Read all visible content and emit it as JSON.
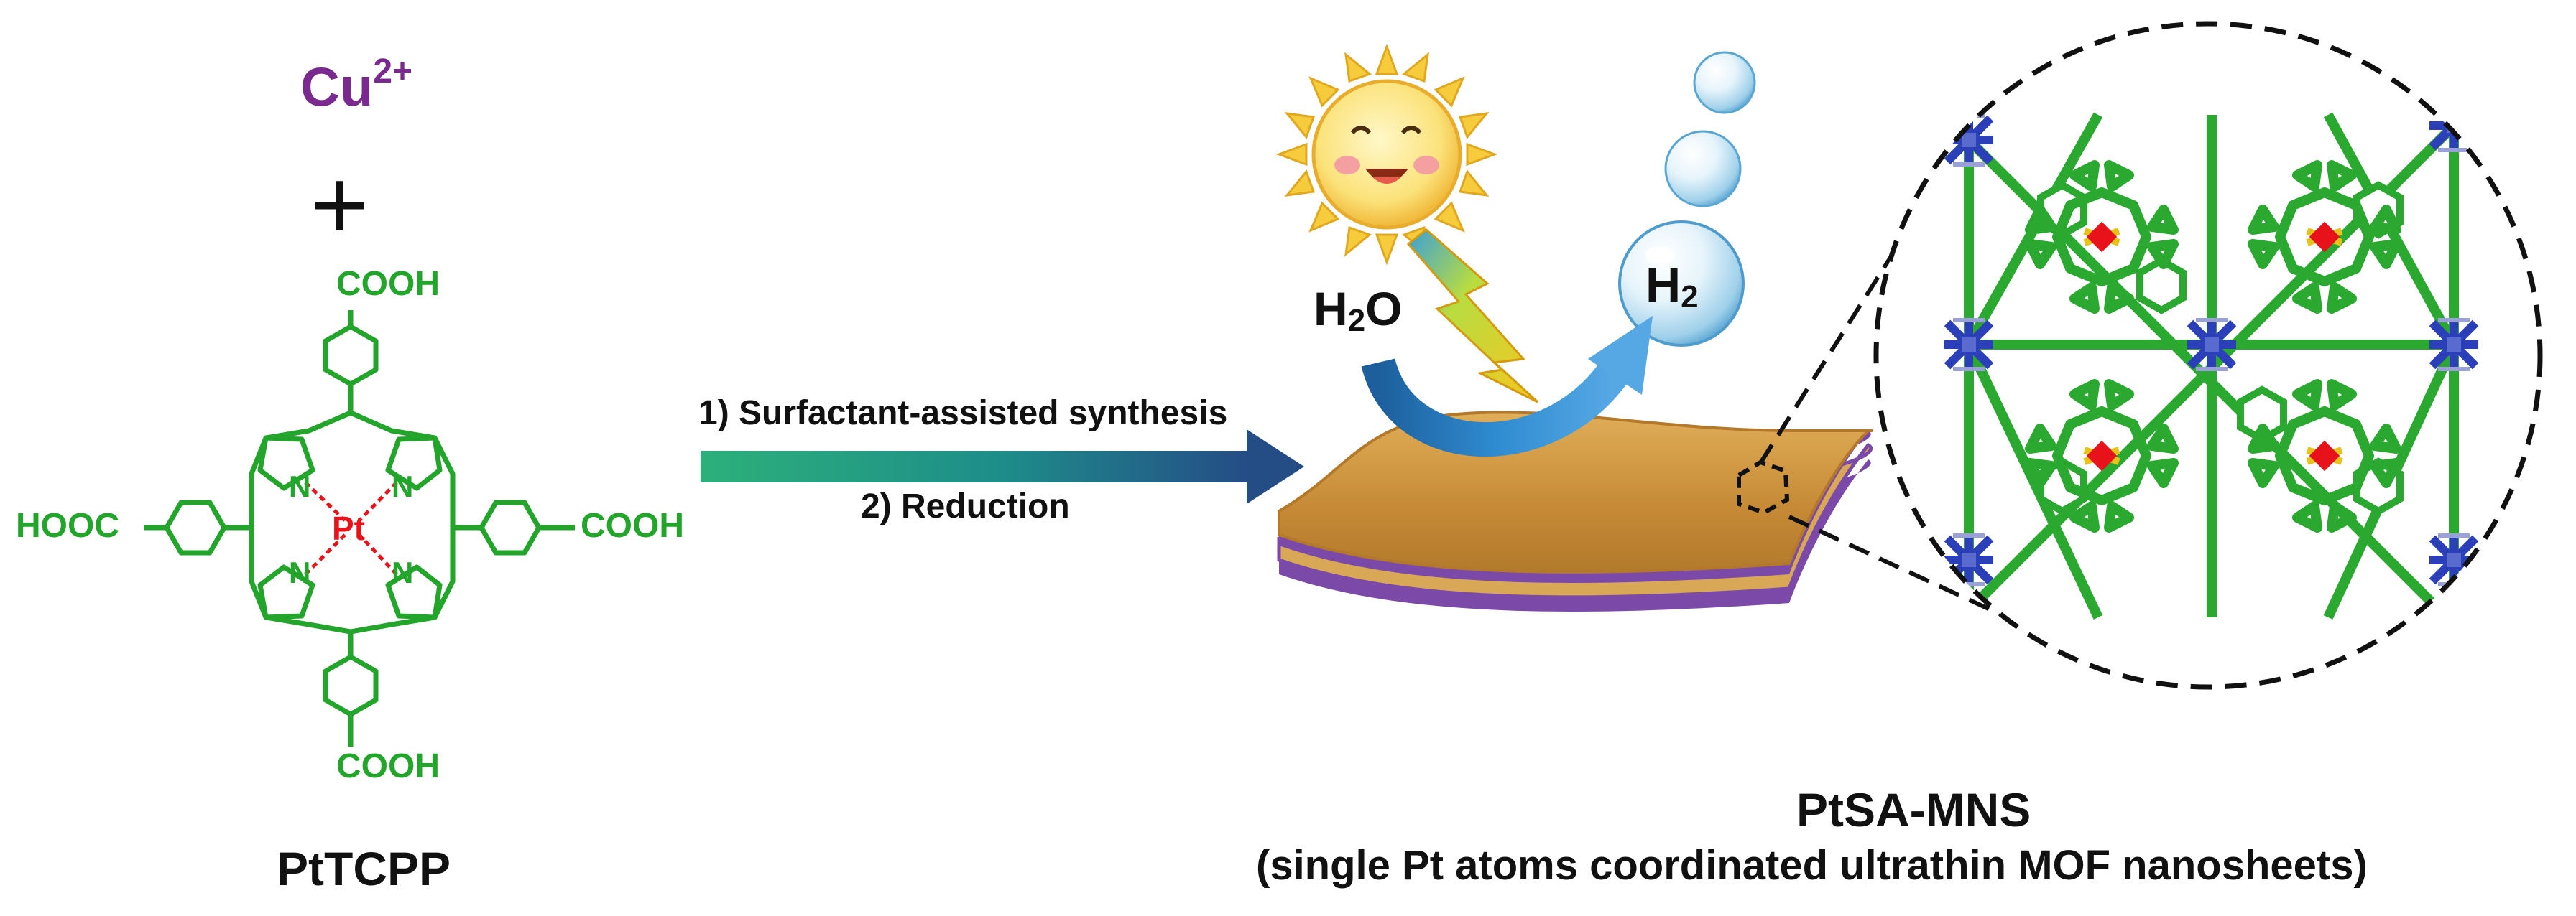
{
  "reactants": {
    "metal_ion": "Cu",
    "metal_charge": "2+",
    "plus_sign": "+",
    "linker_name": "PtTCPP",
    "cooh_top": "COOH",
    "cooh_right": "COOH",
    "cooh_bottom": "COOH",
    "hooc_left": "HOOC",
    "center_metal": "Pt",
    "nitrogen": "N"
  },
  "process": {
    "step1": "1) Surfactant-assisted synthesis",
    "step2": "2) Reduction"
  },
  "photocatalysis": {
    "reactant_main": "H",
    "reactant_sub": "2",
    "reactant_tail": "O",
    "product_main": "H",
    "product_sub": "2"
  },
  "product": {
    "name": "PtSA-MNS",
    "description": "(single Pt atoms coordinated ultrathin MOF nanosheets)"
  },
  "colors": {
    "ligand_green": "#22a52a",
    "copper_purple": "#7a2a8e",
    "cu_node_blue": "#2b3fb8",
    "pt_center_red": "#e8121b",
    "sheet_gold": "#c98e3a",
    "sheet_purple": "#7b4aa8",
    "arrow_teal": "#1c8f8a",
    "arrow_blue": "#2a5fa0"
  }
}
